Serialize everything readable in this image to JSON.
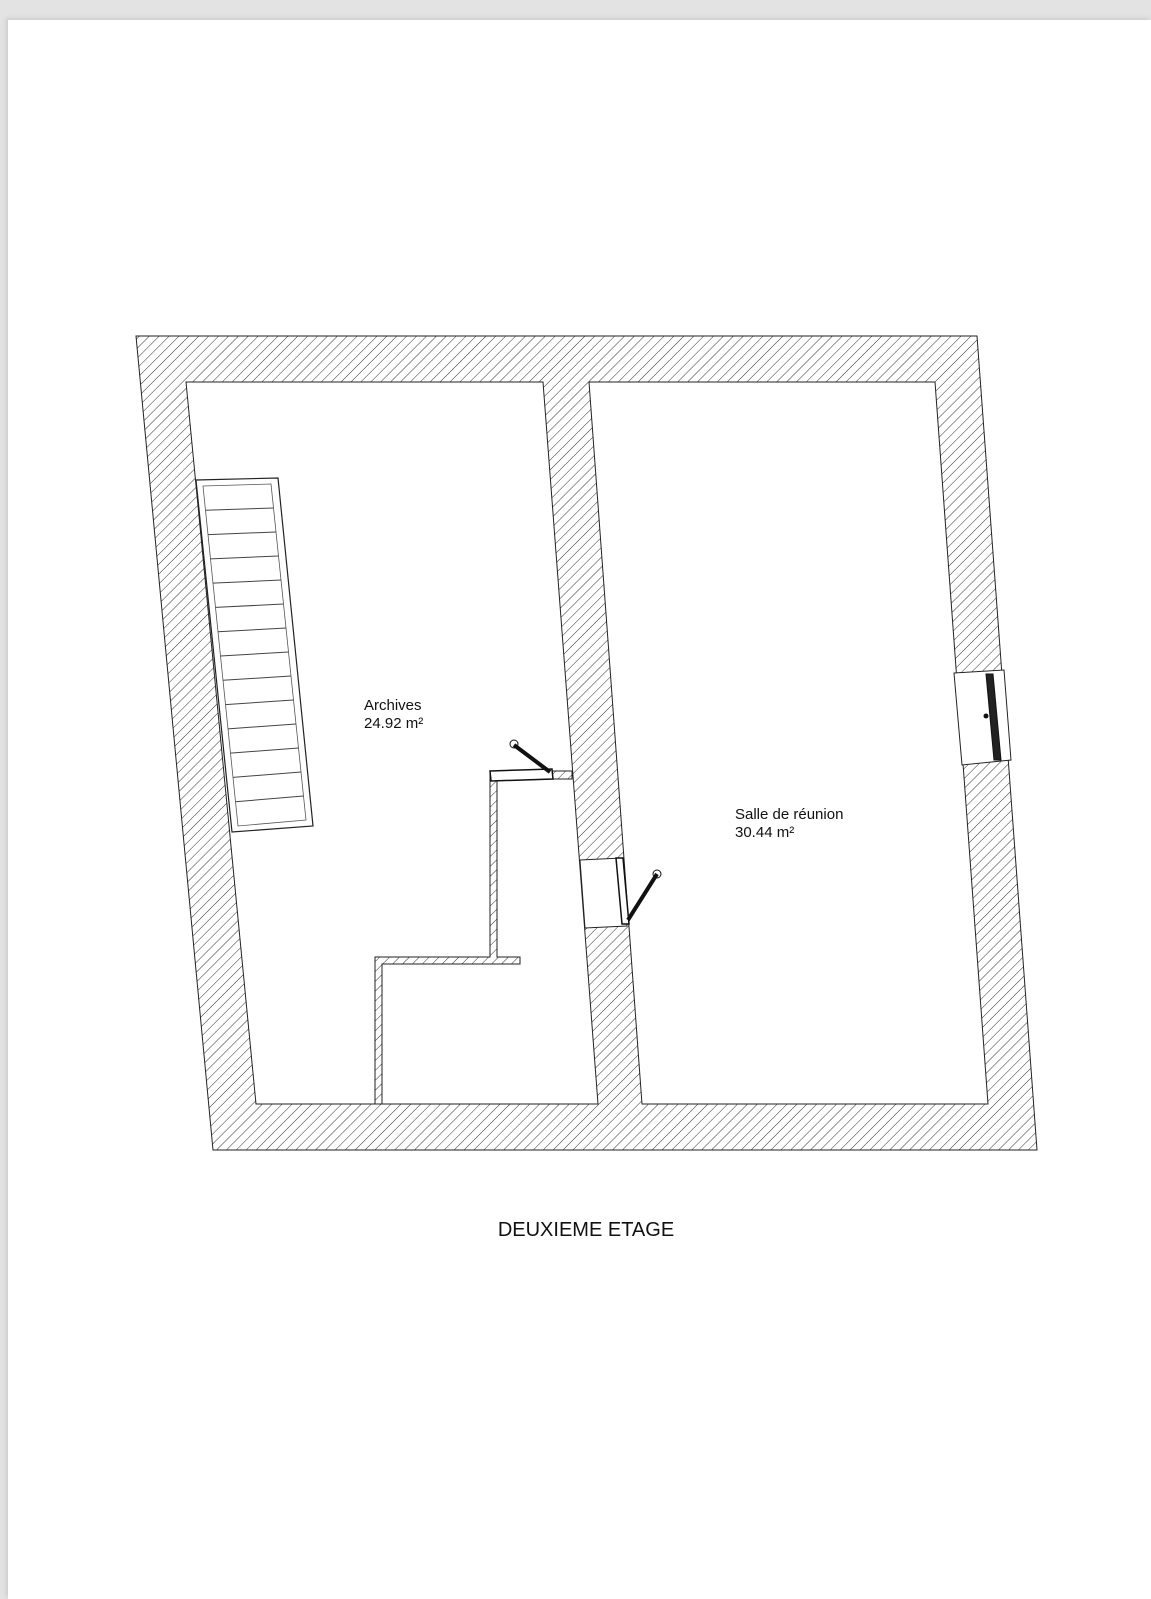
{
  "plan": {
    "title": "DEUXIEME ETAGE",
    "rooms": [
      {
        "name": "Archives",
        "area": "24.92 m²"
      },
      {
        "name": "Salle de réunion",
        "area": "30.44 m²"
      }
    ]
  }
}
